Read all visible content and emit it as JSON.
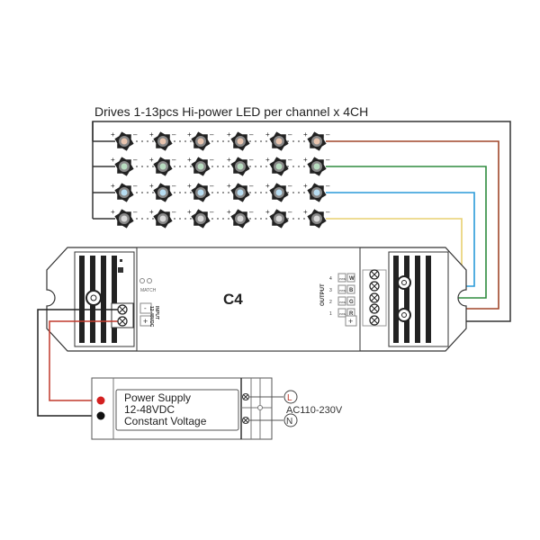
{
  "title": "Drives 1-13pcs Hi-power LED per channel x 4CH",
  "controller": {
    "model": "C4",
    "match_label": "MATCH",
    "input_label": "INPUT",
    "input_voltage": "12-48VDC",
    "input_minus": "-",
    "input_plus": "+",
    "output_label": "OUTPUT",
    "output_channels": [
      {
        "num": "1",
        "letter": "R",
        "pwm": "PWM"
      },
      {
        "num": "2",
        "letter": "G",
        "pwm": "PWM"
      },
      {
        "num": "3",
        "letter": "B",
        "pwm": "PWM"
      },
      {
        "num": "4",
        "letter": "W",
        "pwm": "PWM"
      }
    ],
    "output_plus": "+"
  },
  "led_rows": [
    {
      "channel": "R",
      "wire_color": "#a0472a",
      "lens_color": "#e8c4ae"
    },
    {
      "channel": "G",
      "wire_color": "#2e8b3e",
      "lens_color": "#b8dcc0"
    },
    {
      "channel": "B",
      "wire_color": "#2a9ad8",
      "lens_color": "#b8ddf2"
    },
    {
      "channel": "W",
      "wire_color": "#e8d070",
      "lens_color": "#d8d8d8"
    }
  ],
  "led_plus": "+",
  "led_minus": "–",
  "power_supply": {
    "line1": "Power Supply",
    "line2": "12-48VDC",
    "line3": "Constant Voltage",
    "ac_label": "AC110-230V",
    "live": "L",
    "neutral": "N"
  }
}
